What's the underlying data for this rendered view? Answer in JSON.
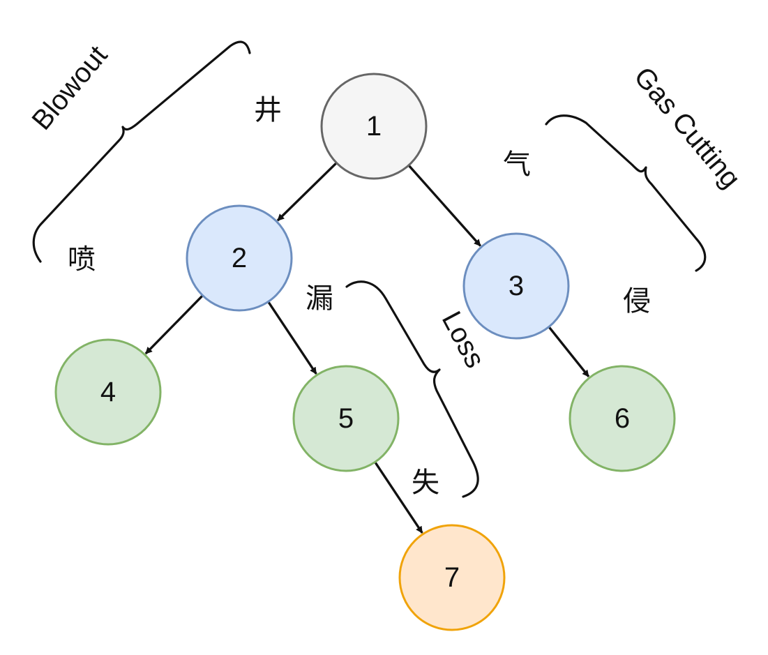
{
  "nodes": [
    {
      "id": "1",
      "label": "1",
      "fill": "#f5f5f5",
      "stroke": "#666666"
    },
    {
      "id": "2",
      "label": "2",
      "fill": "#dae8fc",
      "stroke": "#6c8ebf"
    },
    {
      "id": "3",
      "label": "3",
      "fill": "#dae8fc",
      "stroke": "#6c8ebf"
    },
    {
      "id": "4",
      "label": "4",
      "fill": "#d5e8d4",
      "stroke": "#82b366"
    },
    {
      "id": "5",
      "label": "5",
      "fill": "#d5e8d4",
      "stroke": "#82b366"
    },
    {
      "id": "6",
      "label": "6",
      "fill": "#d5e8d4",
      "stroke": "#82b366"
    },
    {
      "id": "7",
      "label": "7",
      "fill": "#ffe6cc",
      "stroke": "#f0a30a"
    }
  ],
  "edges": [
    {
      "from": "1",
      "to": "2"
    },
    {
      "from": "1",
      "to": "3"
    },
    {
      "from": "2",
      "to": "4"
    },
    {
      "from": "2",
      "to": "5"
    },
    {
      "from": "3",
      "to": "6"
    },
    {
      "from": "5",
      "to": "7"
    }
  ],
  "characters": {
    "jing": "井",
    "pen": "喷",
    "qi": "气",
    "qin": "侵",
    "lou": "漏",
    "shi": "失"
  },
  "brace_labels": {
    "blowout": "Blowout",
    "gas_cutting": "Gas Cutting",
    "loss": "Loss"
  }
}
